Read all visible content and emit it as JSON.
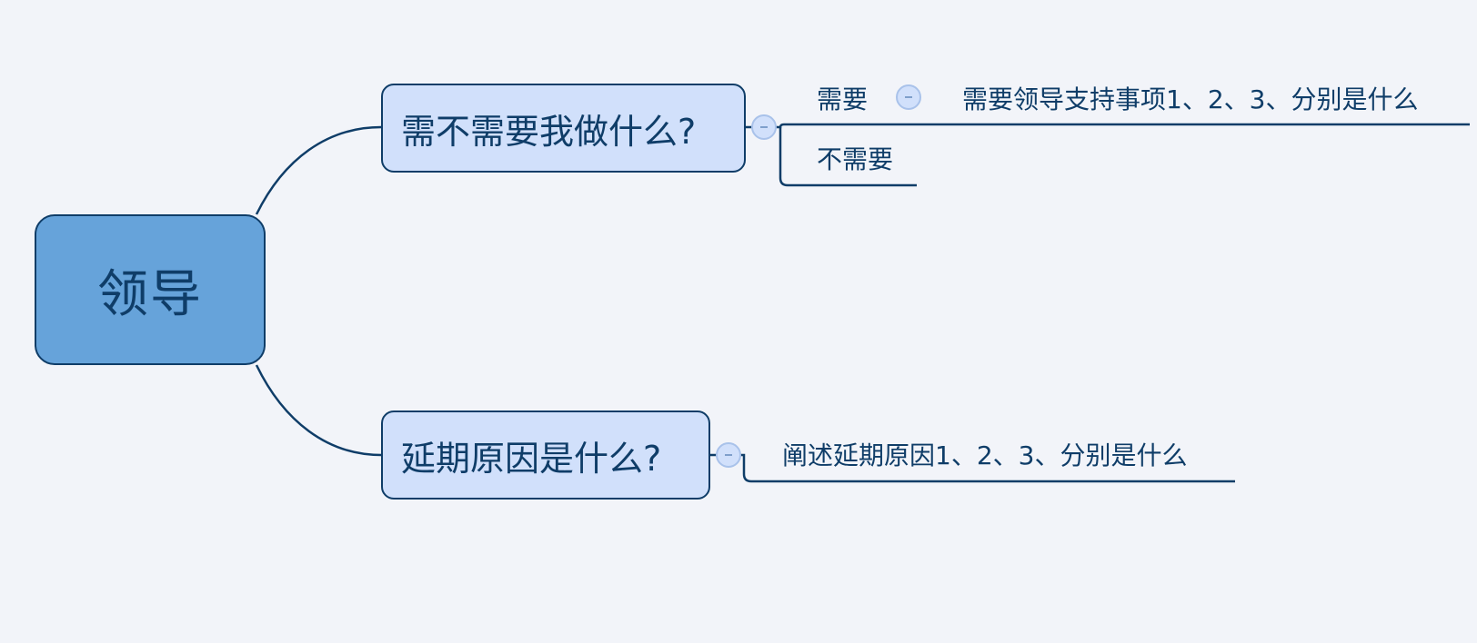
{
  "mindmap": {
    "root": {
      "label": "领导"
    },
    "topics": [
      {
        "label": "需不需要我做什么?",
        "branches": [
          {
            "label": "需要",
            "children": [
              {
                "label": "需要领导支持事项1、2、3、分别是什么"
              }
            ]
          },
          {
            "label": "不需要"
          }
        ]
      },
      {
        "label": "延期原因是什么?",
        "branches": [
          {
            "label": "阐述延期原因1、2、3、分别是什么"
          }
        ]
      }
    ]
  },
  "colors": {
    "background": "#f2f4f9",
    "line": "#0f3d68",
    "root_fill": "#66a3da",
    "topic_fill": "#d1e0fb",
    "text": "#0f3d68",
    "collapse_border": "#a9c2ea"
  }
}
